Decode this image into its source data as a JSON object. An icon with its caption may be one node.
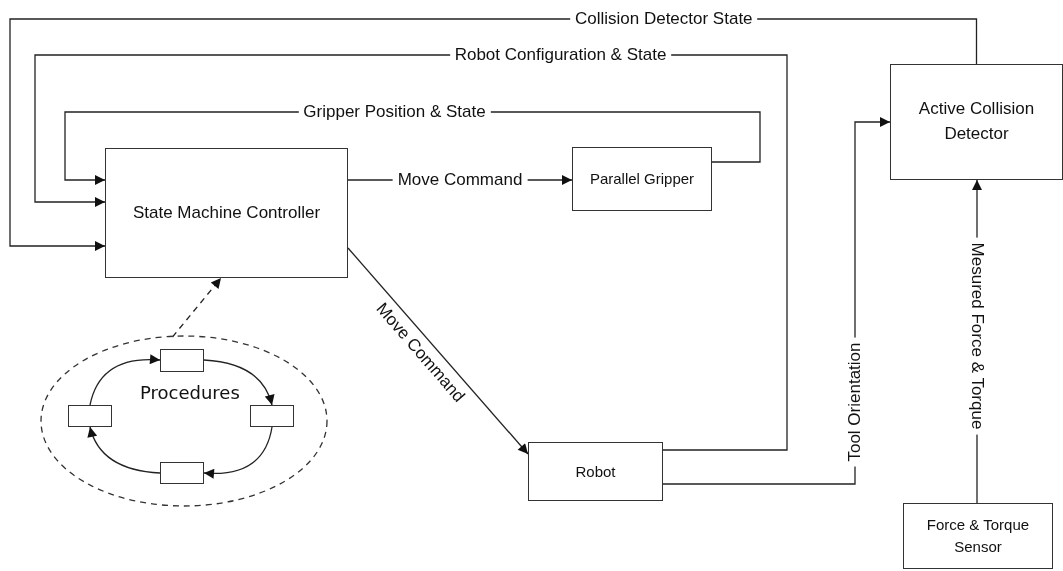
{
  "diagram": {
    "nodes": [
      {
        "text": [
          "State Machine Controller"
        ]
      },
      {
        "text": [
          "Parallel Gripper"
        ]
      },
      {
        "text": [
          "Robot"
        ]
      },
      {
        "text": [
          "Active Collision Detector"
        ]
      },
      {
        "text": [
          "Force & Torque Sensor"
        ]
      },
      {
        "text": [
          "Procedures"
        ]
      },
      {
        "text": [],
        "shape": "box",
        "in": 5
      },
      {
        "text": [],
        "shape": "box",
        "in": 5
      },
      {
        "text": [],
        "shape": "box",
        "in": 5
      },
      {
        "text": [],
        "shape": "box",
        "in": 5
      }
    ],
    "edges": [
      {
        "from": 3,
        "to": 0,
        "arrow": "to",
        "label": "Collision Detector State"
      },
      {
        "from": 2,
        "to": 0,
        "arrow": "to",
        "label": "Robot Configuration & State"
      },
      {
        "from": 1,
        "to": 0,
        "arrow": "to",
        "label": "Gripper Position & State"
      },
      {
        "from": 0,
        "to": 1,
        "arrow": "to",
        "label": "Move Command"
      },
      {
        "from": 0,
        "to": 2,
        "arrow": "to",
        "label": "Move Command"
      },
      {
        "from": 2,
        "to": 3,
        "arrow": "to",
        "label": "Tool Orientation"
      },
      {
        "from": 4,
        "to": 3,
        "arrow": "to",
        "label": "Mesured Force & Torque"
      },
      {
        "from": 5,
        "to": 0,
        "arrow": "to",
        "style": "dashed"
      },
      {
        "from": 6,
        "to": 7,
        "arrow": "to"
      },
      {
        "from": 7,
        "to": 8,
        "arrow": "to"
      },
      {
        "from": 8,
        "to": 9,
        "arrow": "to"
      },
      {
        "from": 9,
        "to": 6,
        "arrow": "to"
      }
    ]
  }
}
